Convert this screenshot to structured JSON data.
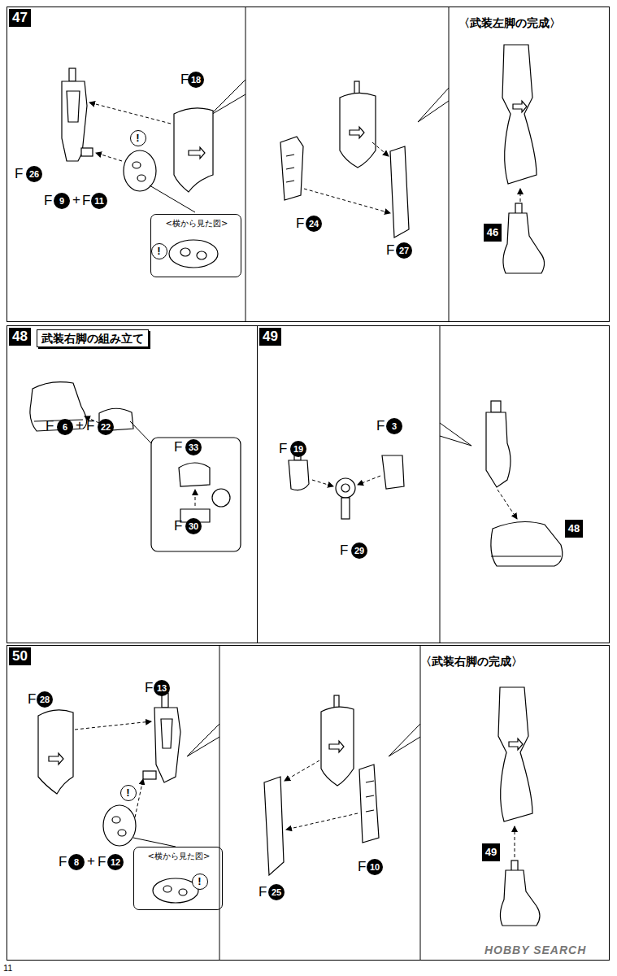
{
  "diagram": {
    "nodes": [
      {
        "text": [
          "47",
          "〈武装左脚の完成〉"
        ]
      },
      {
        "text": [
          "<横から見た図>"
        ],
        "in": 0
      },
      {
        "text": [
          "48",
          "武装右脚の組み立て"
        ]
      },
      {
        "text": [
          "49"
        ]
      },
      {
        "text": [
          "50",
          "〈武装右脚の完成〉"
        ]
      },
      {
        "text": [
          "<横から見た図>"
        ],
        "in": 4
      }
    ],
    "labels": [
      "F",
      "18",
      "F",
      "26",
      "F",
      "9",
      "+",
      "F",
      "11",
      "!",
      "!",
      "F",
      "24",
      "F",
      "27",
      "46",
      "F",
      "6",
      "+",
      "F",
      "22",
      "F",
      "33",
      "F",
      "30",
      "F",
      "19",
      "F",
      "3",
      "F",
      "29",
      "48",
      "F",
      "28",
      "F",
      "13",
      "!",
      "F",
      "8",
      "+",
      "F",
      "12",
      "!",
      "F",
      "25",
      "F",
      "10",
      "49",
      "11",
      "HOBBY SEARCH"
    ]
  }
}
